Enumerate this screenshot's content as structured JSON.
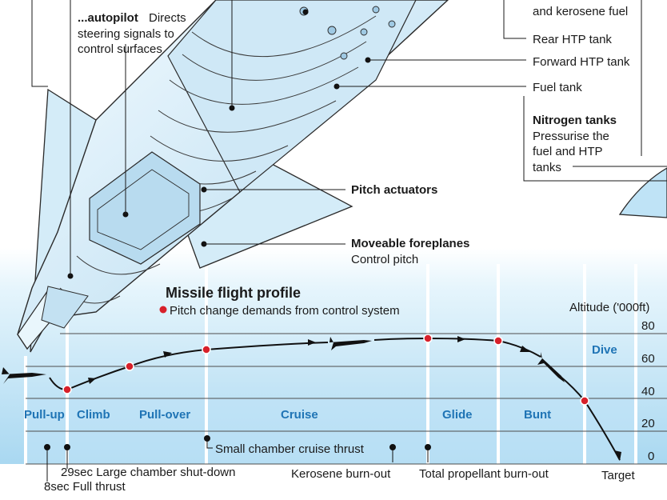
{
  "callouts": {
    "autopilot_title": "...autopilot",
    "autopilot_line1": "Directs",
    "autopilot_line2": "steering signals to",
    "autopilot_line3": "control surfaces",
    "kerosene_fuel": "and kerosene fuel",
    "rear_htp_tank": "Rear HTP tank",
    "forward_htp_tank": "Forward HTP tank",
    "fuel_tank": "Fuel tank",
    "nitrogen_title": "Nitrogen tanks",
    "nitrogen_line1": "Pressurise the",
    "nitrogen_line2": "fuel and HTP",
    "nitrogen_line3": "tanks",
    "pitch_actuators": "Pitch actuators",
    "foreplanes_title": "Moveable foreplanes",
    "foreplanes_sub": "Control pitch"
  },
  "profile": {
    "title": "Missile flight profile",
    "legend": "Pitch change demands from control system",
    "legend_color": "#d7202a",
    "axis_label": "Altitude ('000ft)",
    "y_ticks": [
      "80",
      "60",
      "40",
      "20",
      "0"
    ],
    "phases": [
      "Pull-up",
      "Climb",
      "Pull-over",
      "Cruise",
      "Glide",
      "Bunt",
      "Dive"
    ],
    "events": {
      "small_chamber": "Small chamber cruise thrust",
      "large_chamber": "29sec Large chamber shut-down",
      "full_thrust": "8sec Full thrust",
      "kerosene_burnout": "Kerosene burn-out",
      "total_burnout": "Total propellant burn-out",
      "target": "Target"
    }
  },
  "colors": {
    "sky": "#bfe3f6",
    "sky_light": "#e6f5fc",
    "missile_body": "#dbeef9",
    "missile_shade": "#a9d2ea",
    "ink": "#1a1a1a",
    "accent": "#1f74b5"
  }
}
